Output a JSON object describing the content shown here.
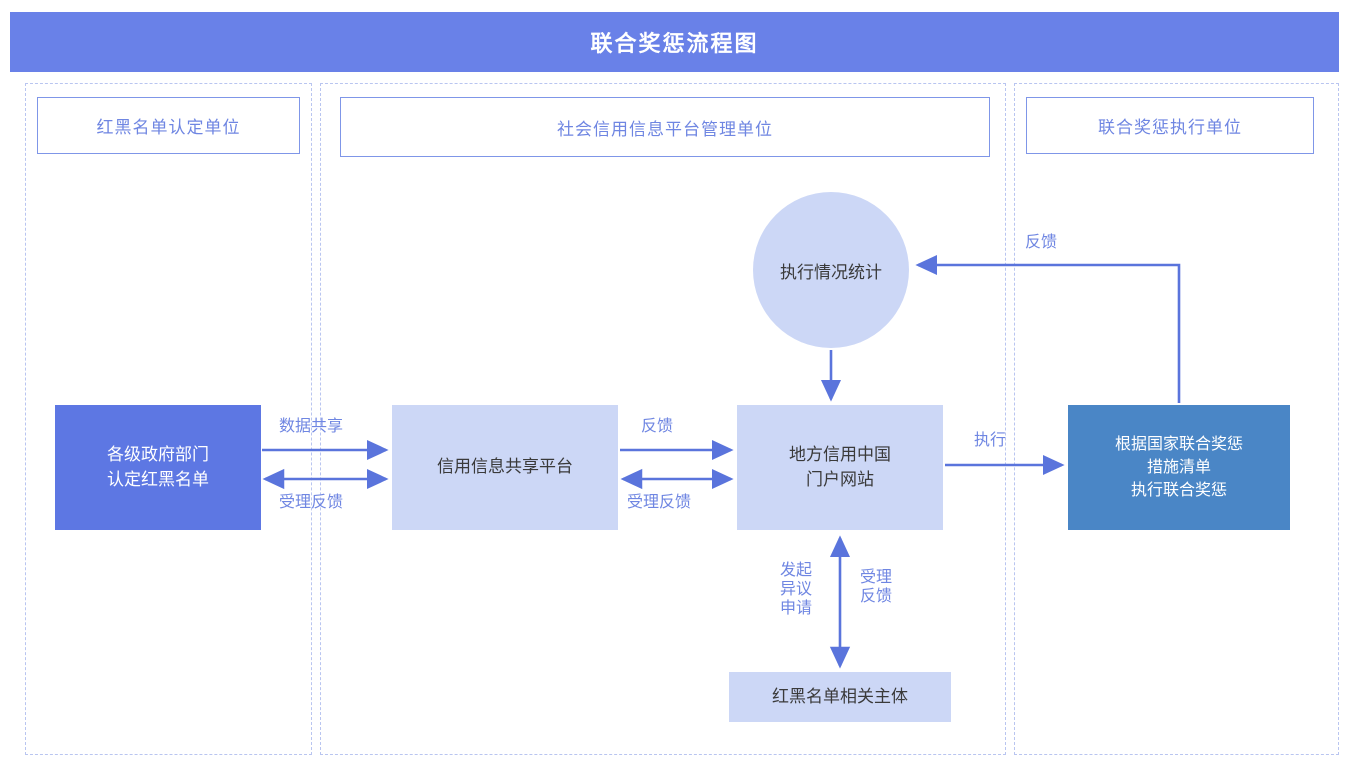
{
  "header": {
    "title": "联合奖惩流程图"
  },
  "lanes": [
    {
      "id": "lane-recognition",
      "label": "红黑名单认定单位"
    },
    {
      "id": "lane-platform",
      "label": "社会信用信息平台管理单位"
    },
    {
      "id": "lane-execution",
      "label": "联合奖惩执行单位"
    }
  ],
  "nodes": {
    "gov": {
      "label": "各级政府部门\n认定红黑名单",
      "line1": "各级政府部门",
      "line2": "认定红黑名单",
      "color": "#5d77e3",
      "shape": "rect"
    },
    "share": {
      "label": "信用信息共享平台",
      "color": "#ccd7f6",
      "shape": "rect"
    },
    "portal": {
      "line1": "地方信用中国",
      "line2": "门户网站",
      "color": "#ccd7f6",
      "shape": "rect"
    },
    "exec": {
      "line1": "根据国家联合奖惩",
      "line2": "措施清单",
      "line3": "执行联合奖惩",
      "color": "#4a86c6",
      "shape": "rect"
    },
    "stats": {
      "label": "执行情况统计",
      "color": "#ccd7f6",
      "shape": "circle"
    },
    "subject": {
      "label": "红黑名单相关主体",
      "color": "#ccd7f6",
      "shape": "rect"
    }
  },
  "edges": {
    "data_share": {
      "label": "数据共享",
      "from": "gov",
      "to": "share",
      "direction": "forward"
    },
    "accept_fb_1": {
      "label": "受理反馈",
      "from": "share",
      "to": "gov",
      "direction": "both"
    },
    "feedback_1": {
      "label": "反馈",
      "from": "share",
      "to": "portal",
      "direction": "forward"
    },
    "accept_fb_2": {
      "label": "受理反馈",
      "from": "portal",
      "to": "share",
      "direction": "both"
    },
    "execute": {
      "label": "执行",
      "from": "portal",
      "to": "exec",
      "direction": "forward"
    },
    "feedback_2": {
      "label": "反馈",
      "from": "exec",
      "to": "stats",
      "direction": "forward"
    },
    "stats_down": {
      "label": "",
      "from": "stats",
      "to": "portal",
      "direction": "forward"
    },
    "dispute": {
      "label": "发起\n异议\n申请",
      "l1": "发起",
      "l2": "异议",
      "l3": "申请",
      "from": "subject",
      "to": "portal",
      "direction": "both"
    },
    "accept_fb_3": {
      "label": "受理\n反馈",
      "l1": "受理",
      "l2": "反馈",
      "from": "portal",
      "to": "subject",
      "direction": "both"
    }
  },
  "colors": {
    "banner": "#6981e8",
    "accent": "#6f86e2",
    "dark_node": "#5d77e3",
    "steel_node": "#4a86c6",
    "light_node": "#ccd7f6",
    "lane_border": "#b9c5f0",
    "arrow": "#5a74dc"
  }
}
